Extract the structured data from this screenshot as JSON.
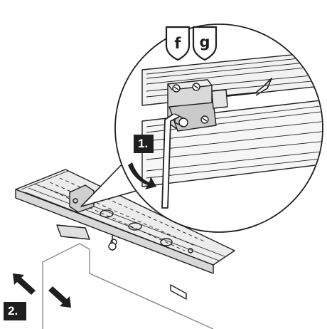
{
  "badges": [
    {
      "letter": "f"
    },
    {
      "letter": "g"
    }
  ],
  "steps": [
    {
      "label": "1."
    },
    {
      "label": "2."
    }
  ],
  "colors": {
    "ink": "#1f1f1f",
    "grey": "#8a8a8a",
    "light": "#e6e6e6",
    "white": "#ffffff"
  },
  "icons": [
    "shield-badge-icon",
    "curved-arrow-icon",
    "double-arrow-icon"
  ]
}
